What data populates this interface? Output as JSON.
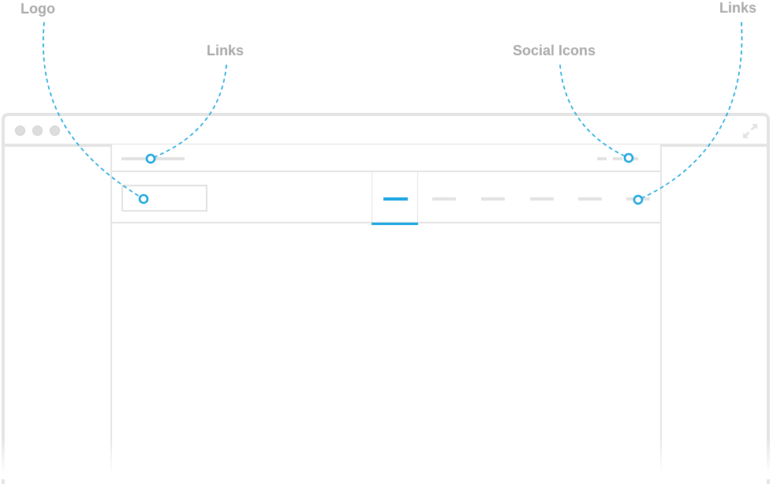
{
  "callouts": {
    "logo": "Logo",
    "links_top": "Links",
    "social_icons": "Social Icons",
    "links_nav": "Links"
  },
  "colors": {
    "accent": "#1aa6e0",
    "outline": "#e4e4e4",
    "placeholder": "#e2e2e2",
    "label": "#a9a9a9"
  },
  "icons": {
    "window_controls": [
      "close-dot",
      "minimize-dot",
      "maximize-dot"
    ],
    "expand": "expand-arrows-icon"
  }
}
